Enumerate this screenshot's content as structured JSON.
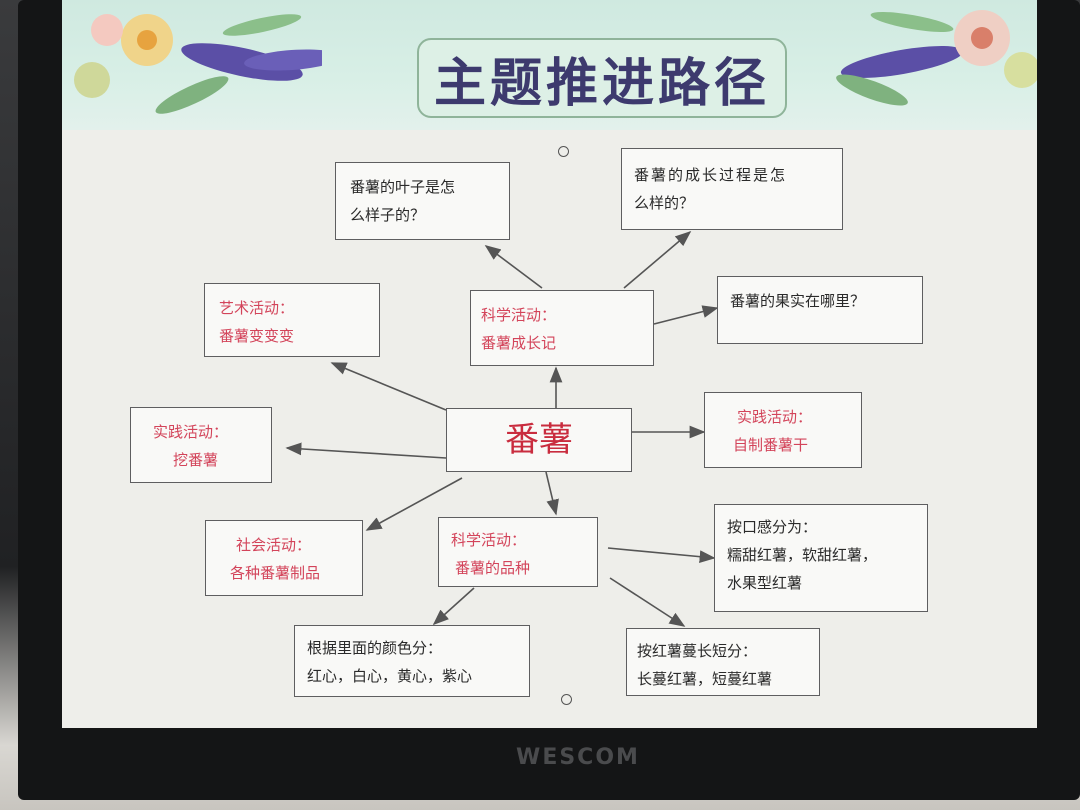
{
  "slide": {
    "title": "主题推进路径",
    "center": "番薯",
    "nodes": {
      "leaf_question": [
        "番薯的叶子是怎",
        "么样子的？"
      ],
      "growth_question": [
        "番薯的成长过程是怎",
        "么样的？"
      ],
      "fruit_question": [
        "番薯的果实在哪里？"
      ],
      "art": [
        "艺术活动：",
        "番薯变变变"
      ],
      "science_growth": [
        "科学活动：",
        "番薯成长记"
      ],
      "practice_dig": [
        "实践活动：",
        "挖番薯"
      ],
      "practice_make": [
        "实践活动：",
        "自制番薯干"
      ],
      "social": [
        "社会活动：",
        "各种番薯制品"
      ],
      "science_variety": [
        "科学活动：",
        "番薯的品种"
      ],
      "taste": [
        "按口感分为：",
        "糯甜红薯，软甜红薯，",
        "水果型红薯"
      ],
      "color": [
        "根据里面的颜色分：",
        "红心，白心，黄心，紫心"
      ],
      "vine": [
        "按红薯蔓长短分：",
        "长蔓红薯，短蔓红薯"
      ]
    }
  },
  "monitor": {
    "brand": "WESCOM"
  },
  "colors": {
    "accent_red": "#d3445a",
    "title_ink": "#3d3a6e",
    "header_band": "#d8efe6"
  }
}
